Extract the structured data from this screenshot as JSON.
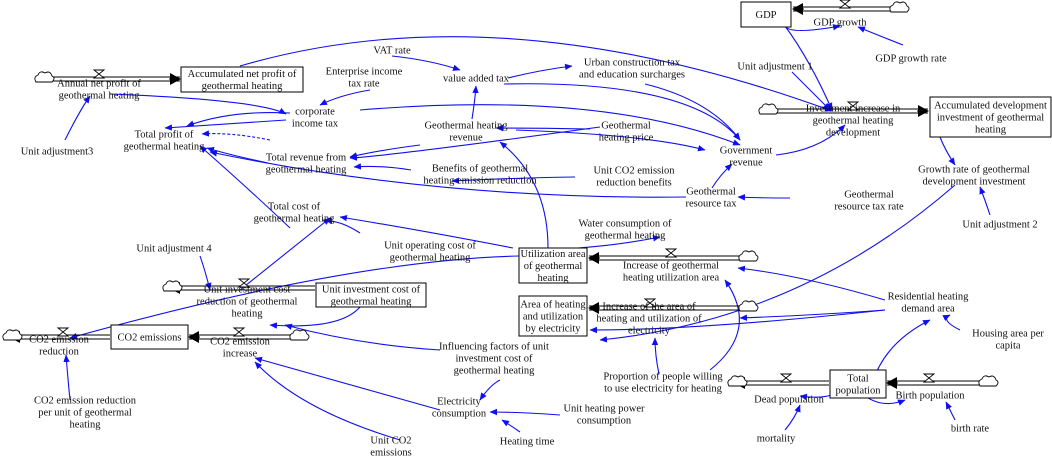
{
  "stocks": {
    "gdp": [
      "GDP"
    ],
    "accumulated_net_profit": [
      "Accumulated net profit of",
      "geothermal heating"
    ],
    "accumulated_dev_investment": [
      "Accumulated development",
      "investment of geothermal",
      "heating"
    ],
    "utilization_area": [
      "Utilization area",
      "of geothermal",
      "heating"
    ],
    "area_electricity": [
      "Area of heating",
      "and utilization",
      "by electricity"
    ],
    "unit_investment_cost": [
      "Unit investment cost of",
      "geothermal heating"
    ],
    "co2_emissions": [
      "CO2 emissions"
    ],
    "total_population": [
      "Total",
      "population"
    ]
  },
  "flows": {
    "gdp_growth": [
      "GDP growth"
    ],
    "annual_net_profit": [
      "Annual net profit of",
      "geothermal heating"
    ],
    "investment_increase": [
      "Investment increase in",
      "geothermal heating",
      "development"
    ],
    "increase_utilization_area": [
      "Increase of geothermal",
      "heating utilization area"
    ],
    "increase_area_electricity": [
      "Increase of the area of",
      "heating and utilization of",
      "electricity"
    ],
    "unit_investment_cost_reduction": [
      "Unit investment cost",
      "reduction of geothermal",
      "heating"
    ],
    "co2_emission_increase": [
      "CO2 emission",
      "increase"
    ],
    "co2_emission_reduction": [
      "CO2 emission",
      "reduction"
    ],
    "dead_population": [
      "Dead population"
    ],
    "birth_population": [
      "Birth population"
    ]
  },
  "variables": {
    "gdp_growth_rate": [
      "GDP growth rate"
    ],
    "unit_adjustment_1": [
      "Unit adjustment 1"
    ],
    "vat_rate": [
      "VAT rate"
    ],
    "value_added_tax": [
      "value added tax"
    ],
    "urban_construction_tax": [
      "Urban construction tax",
      "and education surcharges"
    ],
    "enterprise_income_tax_rate": [
      "Enterprise income",
      "tax rate"
    ],
    "corporate_income_tax": [
      "corporate",
      "income tax"
    ],
    "unit_adjustment_3": [
      "Unit adjustment3"
    ],
    "total_profit": [
      "Total profit of",
      "geothermal heating"
    ],
    "geothermal_heating_revenue": [
      "Geothermal heating",
      "revenue"
    ],
    "geothermal_heating_price": [
      "Geothermal",
      "heating price"
    ],
    "government_revenue": [
      "Government",
      "revenue"
    ],
    "total_revenue": [
      "Total revenue from",
      "geothermal heating"
    ],
    "benefits_emission_reduction": [
      "Benefits of geothermal",
      "heating emission reduction"
    ],
    "unit_co2_emission_reduction_benefits": [
      "Unit CO2 emission",
      "reduction benefits"
    ],
    "geothermal_resource_tax": [
      "Geothermal",
      "resource tax"
    ],
    "geothermal_resource_tax_rate": [
      "Geothermal",
      "resource tax rate"
    ],
    "growth_rate_dev_investment": [
      "Growth rate of geothermal",
      "development investment"
    ],
    "unit_adjustment_2": [
      "Unit adjustment 2"
    ],
    "total_cost": [
      "Total cost of",
      "geothermal heating"
    ],
    "water_consumption": [
      "Water consumption of",
      "geothermal heating"
    ],
    "unit_adjustment_4": [
      "Unit adjustment 4"
    ],
    "unit_operating_cost": [
      "Unit operating cost of",
      "geothermal heating"
    ],
    "residential_heating_demand": [
      "Residential heating",
      "demand area"
    ],
    "housing_area_per_capita": [
      "Housing area per",
      "capita"
    ],
    "influencing_factors": [
      "Influencing factors of unit",
      "investment cost of",
      "geothermal heating"
    ],
    "proportion_electricity": [
      "Proportion of people willing",
      "to use electricity for heating"
    ],
    "electricity_consumption": [
      "Electricity",
      "consumption"
    ],
    "unit_heating_power": [
      "Unit heating power",
      "consumption"
    ],
    "heating_time": [
      "Heating time"
    ],
    "co2_reduction_per_unit": [
      "CO2 emission reduction",
      "per unit of geothermal",
      "heating"
    ],
    "unit_co2_emissions": [
      "Unit CO2",
      "emissions"
    ],
    "mortality": [
      "mortality"
    ],
    "birth_rate": [
      "birth rate"
    ]
  }
}
